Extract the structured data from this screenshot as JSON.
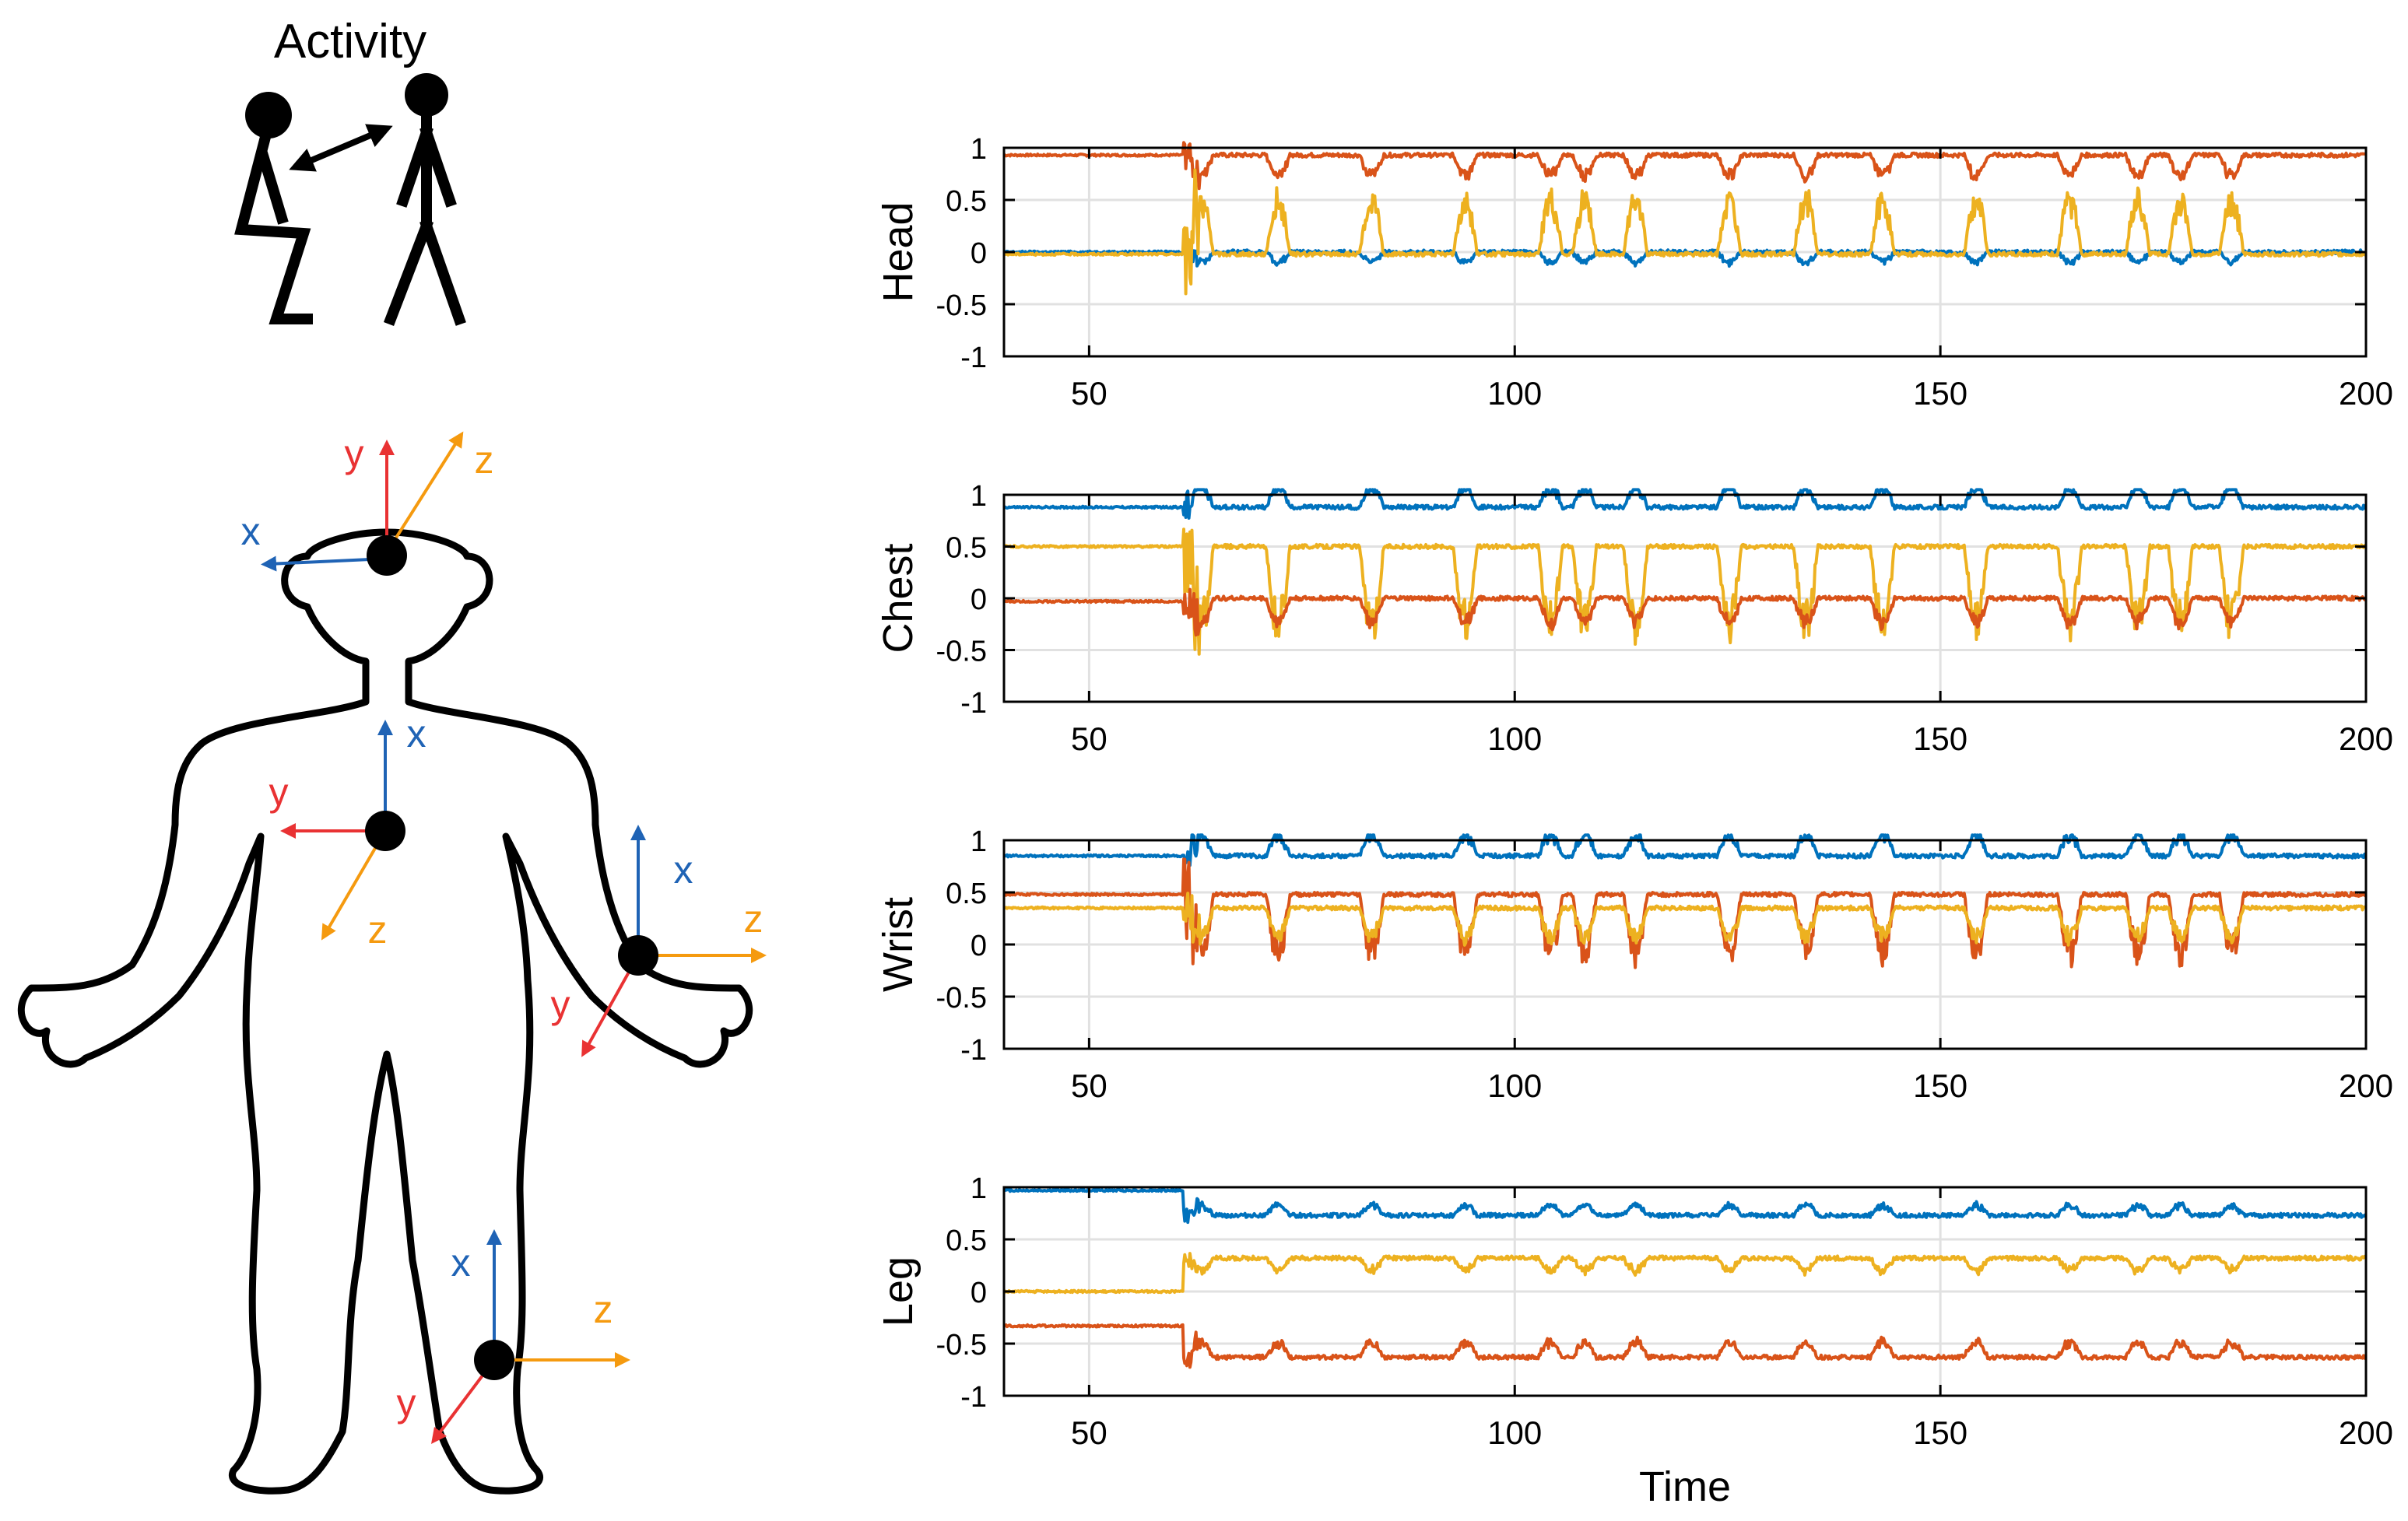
{
  "activity": {
    "title": "Activity"
  },
  "axis_labels": {
    "head": {
      "x": "x",
      "y": "y",
      "z": "z"
    },
    "chest": {
      "x": "x",
      "y": "y",
      "z": "z"
    },
    "wrist": {
      "x": "x",
      "y": "y",
      "z": "z"
    },
    "leg": {
      "x": "x",
      "y": "y",
      "z": "z"
    }
  },
  "colors": {
    "x": "#1f63b5",
    "y": "#e93233",
    "z": "#f59a0f",
    "blue_series": "#0072bd",
    "orange_series": "#d95319",
    "yellow_series": "#edb120"
  },
  "chart_data": [
    {
      "type": "line",
      "ylabel": "Head",
      "xlabel": "",
      "xlim": [
        40,
        200
      ],
      "ylim": [
        -1,
        1
      ],
      "xticks": [
        50,
        100,
        150,
        200
      ],
      "yticks": [
        1,
        0.5,
        0,
        -0.5,
        -1
      ],
      "grid": true,
      "series": [
        {
          "color": "#d95319",
          "base": 0.93,
          "before": 0.93,
          "amp": -0.25
        },
        {
          "color": "#0072bd",
          "base": 0.0,
          "before": 0.0,
          "amp": -0.12
        },
        {
          "color": "#edb120",
          "base": -0.02,
          "before": -0.02,
          "amp": 0.65
        }
      ]
    },
    {
      "type": "line",
      "ylabel": "Chest",
      "xlabel": "",
      "xlim": [
        40,
        200
      ],
      "ylim": [
        -1,
        1
      ],
      "xticks": [
        50,
        100,
        150,
        200
      ],
      "yticks": [
        1,
        0.5,
        0,
        -0.5,
        -1
      ],
      "grid": true,
      "series": [
        {
          "color": "#0072bd",
          "base": 0.88,
          "before": 0.88,
          "amp": 0.25
        },
        {
          "color": "#edb120",
          "base": 0.5,
          "before": 0.5,
          "amp": -0.95
        },
        {
          "color": "#d95319",
          "base": 0.0,
          "before": -0.03,
          "amp": -0.3
        }
      ]
    },
    {
      "type": "line",
      "ylabel": "Wrist",
      "xlabel": "",
      "xlim": [
        40,
        200
      ],
      "ylim": [
        -1,
        1
      ],
      "xticks": [
        50,
        100,
        150,
        200
      ],
      "yticks": [
        1,
        0.5,
        0,
        -0.5,
        -1
      ],
      "grid": true,
      "series": [
        {
          "color": "#0072bd",
          "base": 0.85,
          "before": 0.85,
          "amp": 0.25
        },
        {
          "color": "#d95319",
          "base": 0.48,
          "before": 0.48,
          "amp": -0.7
        },
        {
          "color": "#edb120",
          "base": 0.35,
          "before": 0.35,
          "amp": -0.35
        }
      ]
    },
    {
      "type": "line",
      "ylabel": "Leg",
      "xlabel": "Time",
      "xlim": [
        40,
        200
      ],
      "ylim": [
        -1,
        1
      ],
      "xticks": [
        50,
        100,
        150,
        200
      ],
      "yticks": [
        1,
        0.5,
        0,
        -0.5,
        -1
      ],
      "grid": true,
      "series": [
        {
          "color": "#0072bd",
          "base": 0.73,
          "before": 0.97,
          "amp": 0.12
        },
        {
          "color": "#edb120",
          "base": 0.32,
          "before": 0.0,
          "amp": -0.15
        },
        {
          "color": "#d95319",
          "base": -0.63,
          "before": -0.33,
          "amp": 0.18
        }
      ]
    }
  ]
}
